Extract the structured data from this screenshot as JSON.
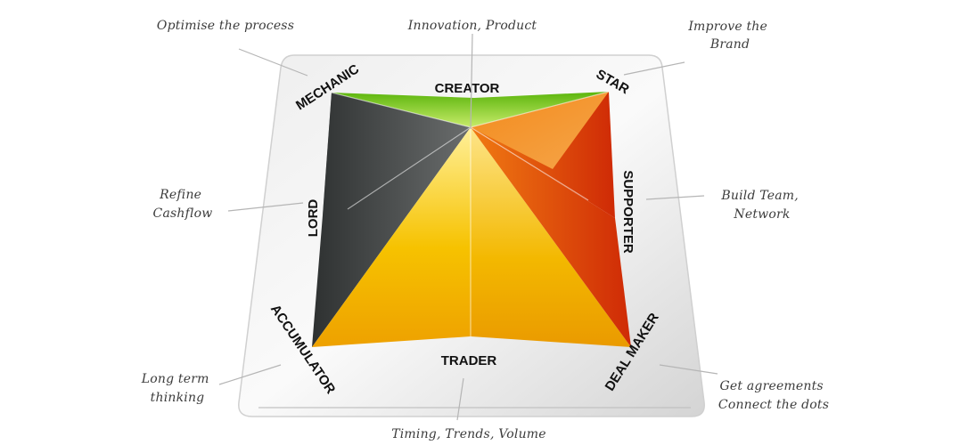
{
  "profiles": {
    "creator": "CREATOR",
    "star": "STAR",
    "supporter": "SUPPORTER",
    "deal_maker": "DEAL MAKER",
    "trader": "TRADER",
    "accumulator": "ACCUMULATOR",
    "lord": "LORD",
    "mechanic": "MECHANIC"
  },
  "notes": {
    "creator": [
      "Innovation, Product"
    ],
    "star": [
      "Improve the",
      "Brand"
    ],
    "supporter": [
      "Build Team,",
      "Network"
    ],
    "deal_maker": [
      "Get agreements",
      "Connect the dots"
    ],
    "trader": [
      "Timing, Trends, Volume"
    ],
    "accumulator": [
      "Long term",
      "thinking"
    ],
    "lord": [
      "Refine",
      "Cashflow"
    ],
    "mechanic": [
      "Optimise the process"
    ]
  },
  "colors": {
    "green": "#7cc21c",
    "dark_grey": "#4a4d4d",
    "light_grey": "#c9cbcb",
    "yellow": "#f2c400",
    "orange": "#f07d10",
    "red": "#d83a0a"
  }
}
